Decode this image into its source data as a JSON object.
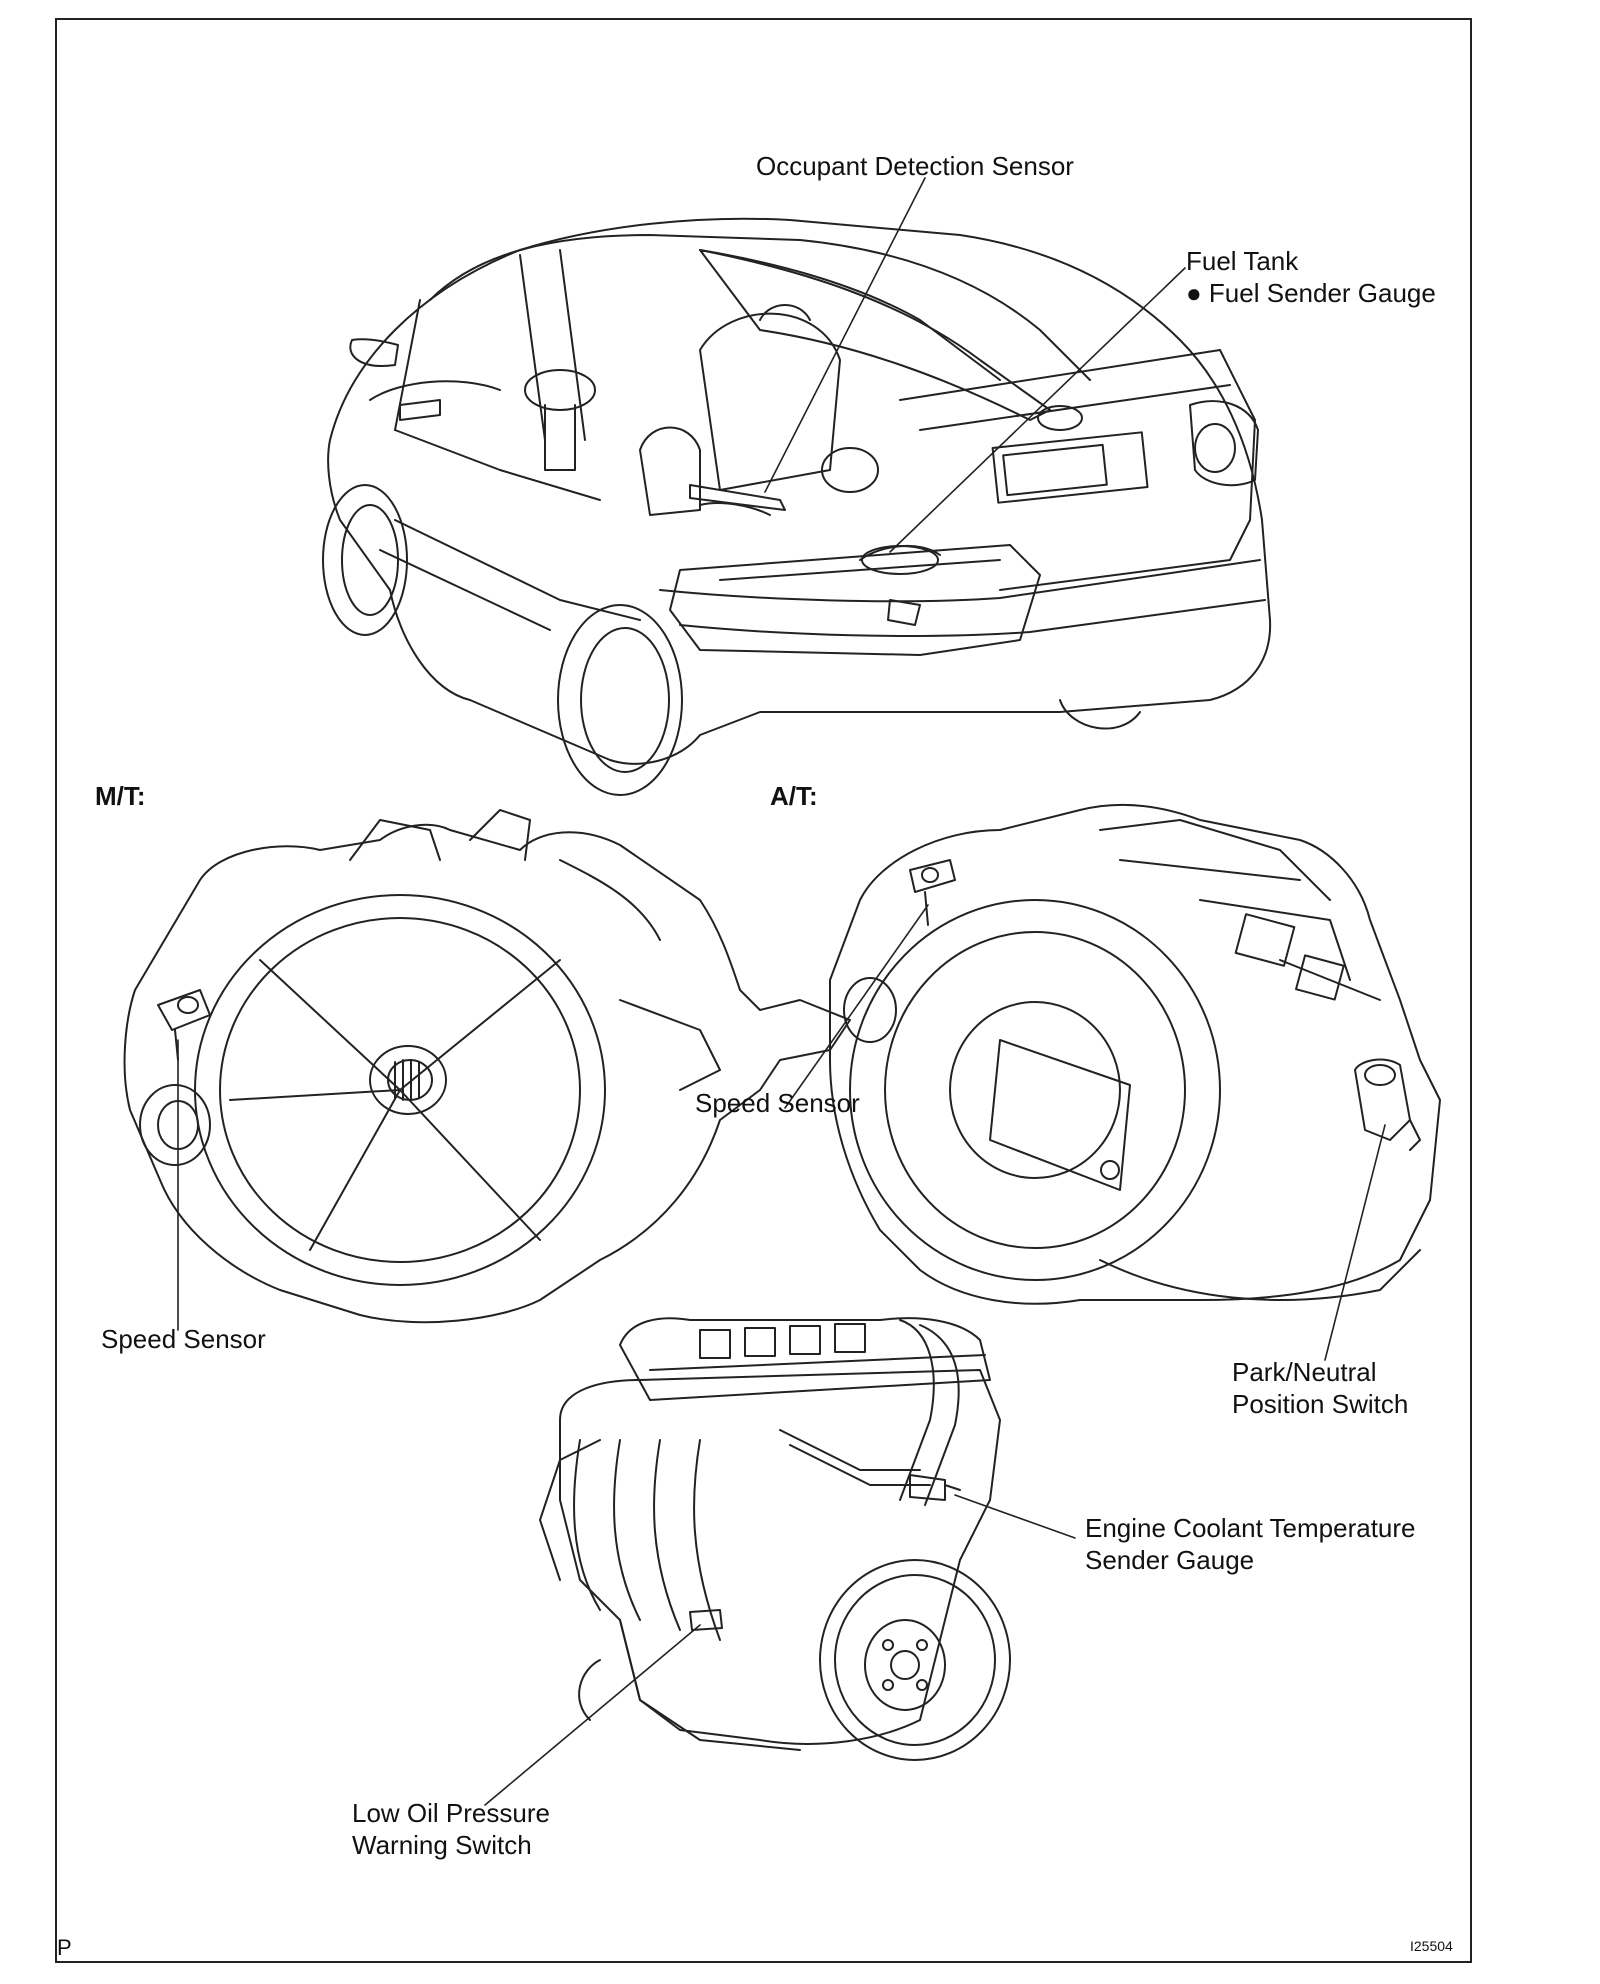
{
  "labels": {
    "occupant_detection_sensor": "Occupant Detection Sensor",
    "fuel_tank": "Fuel Tank",
    "fuel_sender_gauge": "● Fuel Sender Gauge",
    "mt_heading": "M/T:",
    "at_heading": "A/T:",
    "speed_sensor_at": "Speed Sensor",
    "speed_sensor_mt": "Speed Sensor",
    "park_neutral_line1": "Park/Neutral",
    "park_neutral_line2": "Position Switch",
    "ect_line1": "Engine Coolant Temperature",
    "ect_line2": "Sender Gauge",
    "low_oil_line1": "Low Oil Pressure",
    "low_oil_line2": "Warning Switch"
  },
  "footer": {
    "corner_letter": "P",
    "figure_id": "I25504"
  }
}
